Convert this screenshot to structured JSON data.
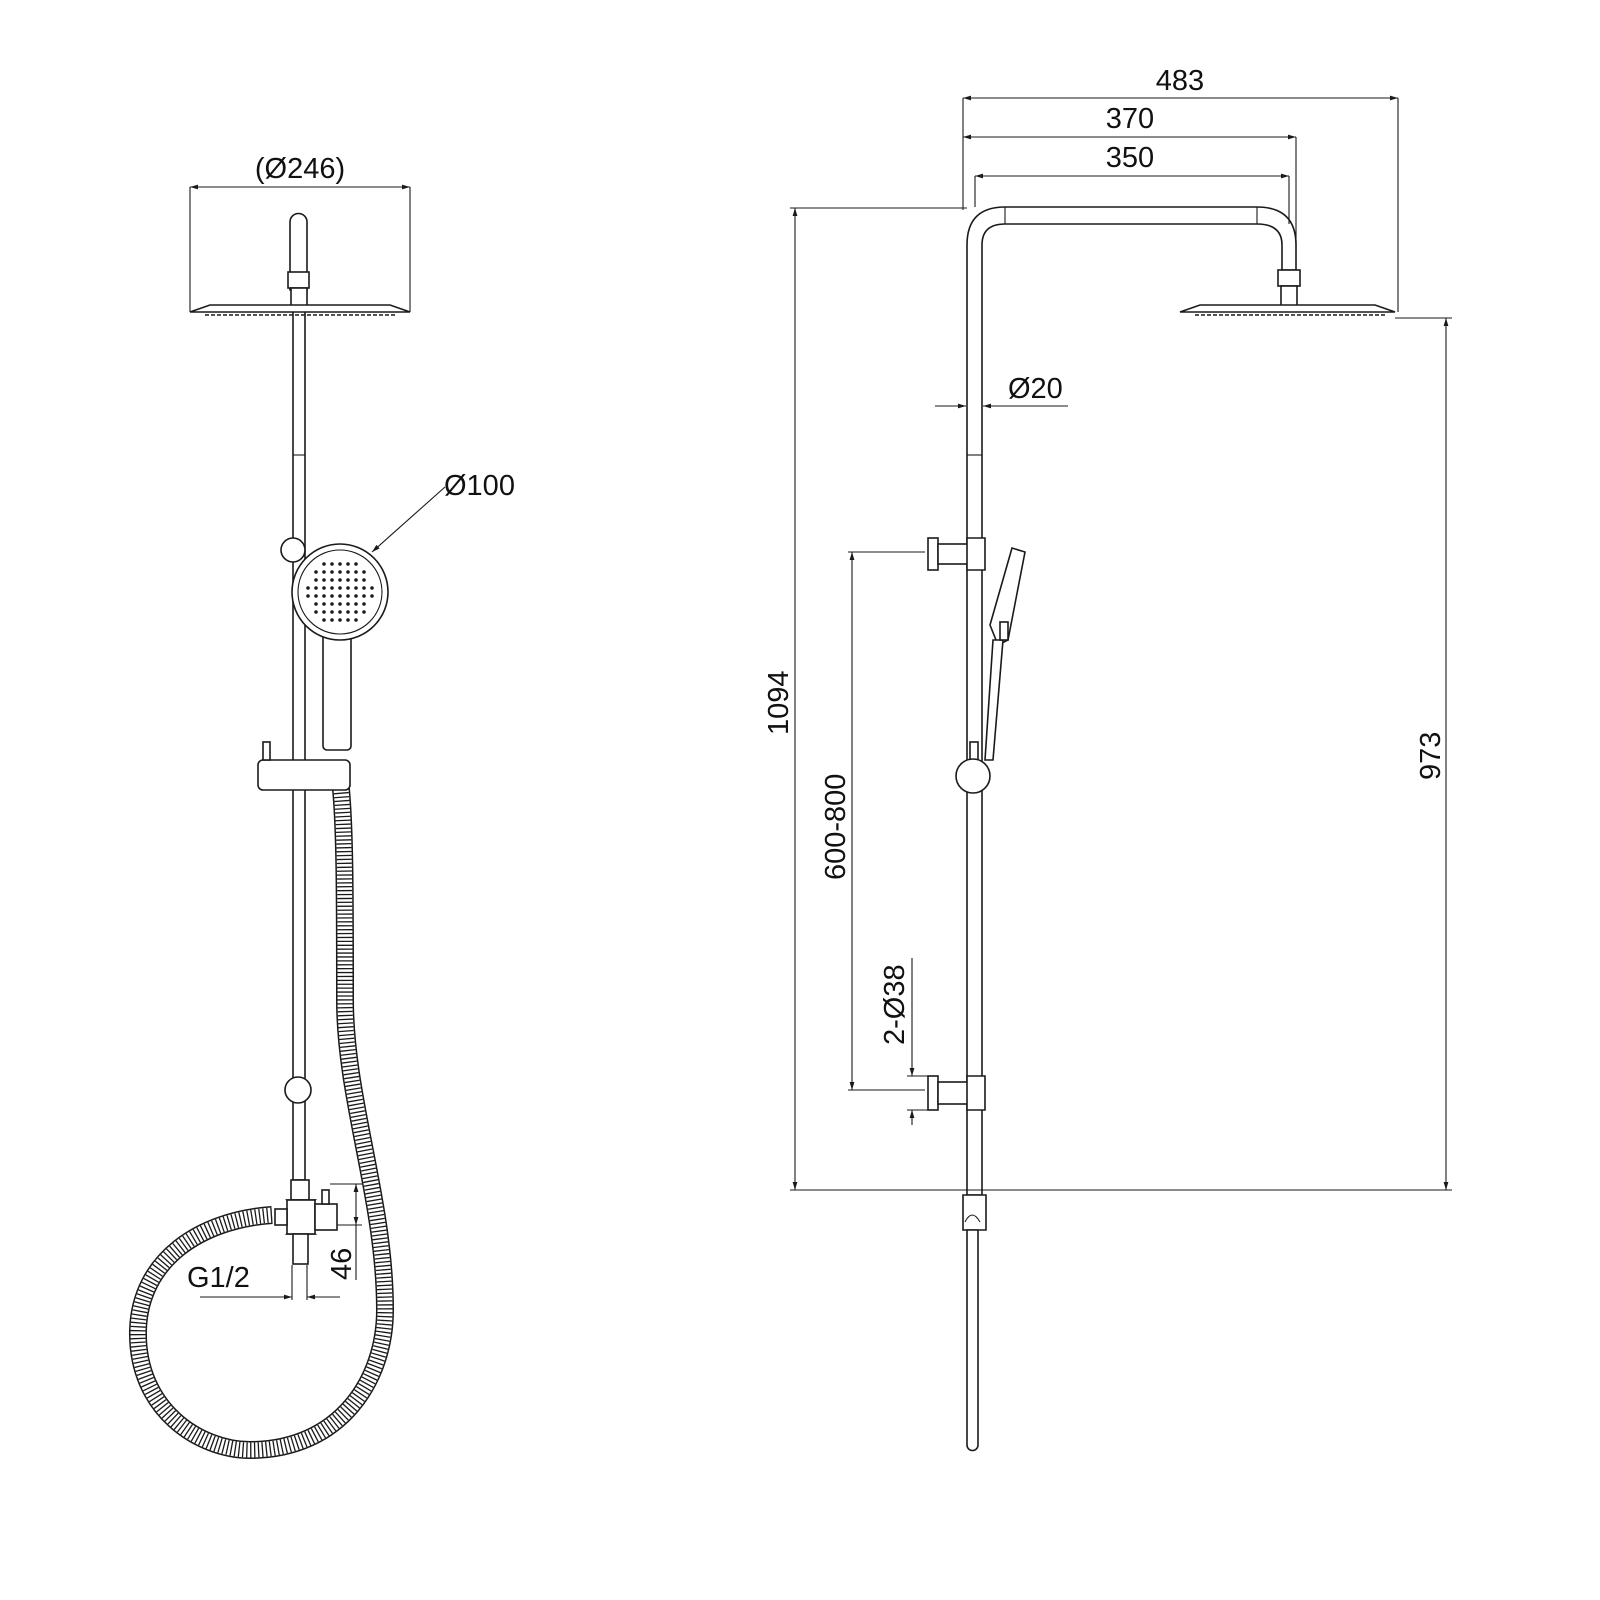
{
  "drawing": {
    "front_view": {
      "overhead_diameter": "(Ø246)",
      "hand_shower_diameter": "Ø100",
      "inlet_thread": "G1/2",
      "diverter_height": "46"
    },
    "side_view": {
      "overall_width": "483",
      "arm_reach": "370",
      "arm_centre": "350",
      "rail_diameter": "Ø20",
      "overall_height": "1094",
      "bracket_spacing": "600-800",
      "bracket_diameter": "2-Ø38",
      "head_height": "973"
    },
    "line_color": "#1a1a1a"
  }
}
